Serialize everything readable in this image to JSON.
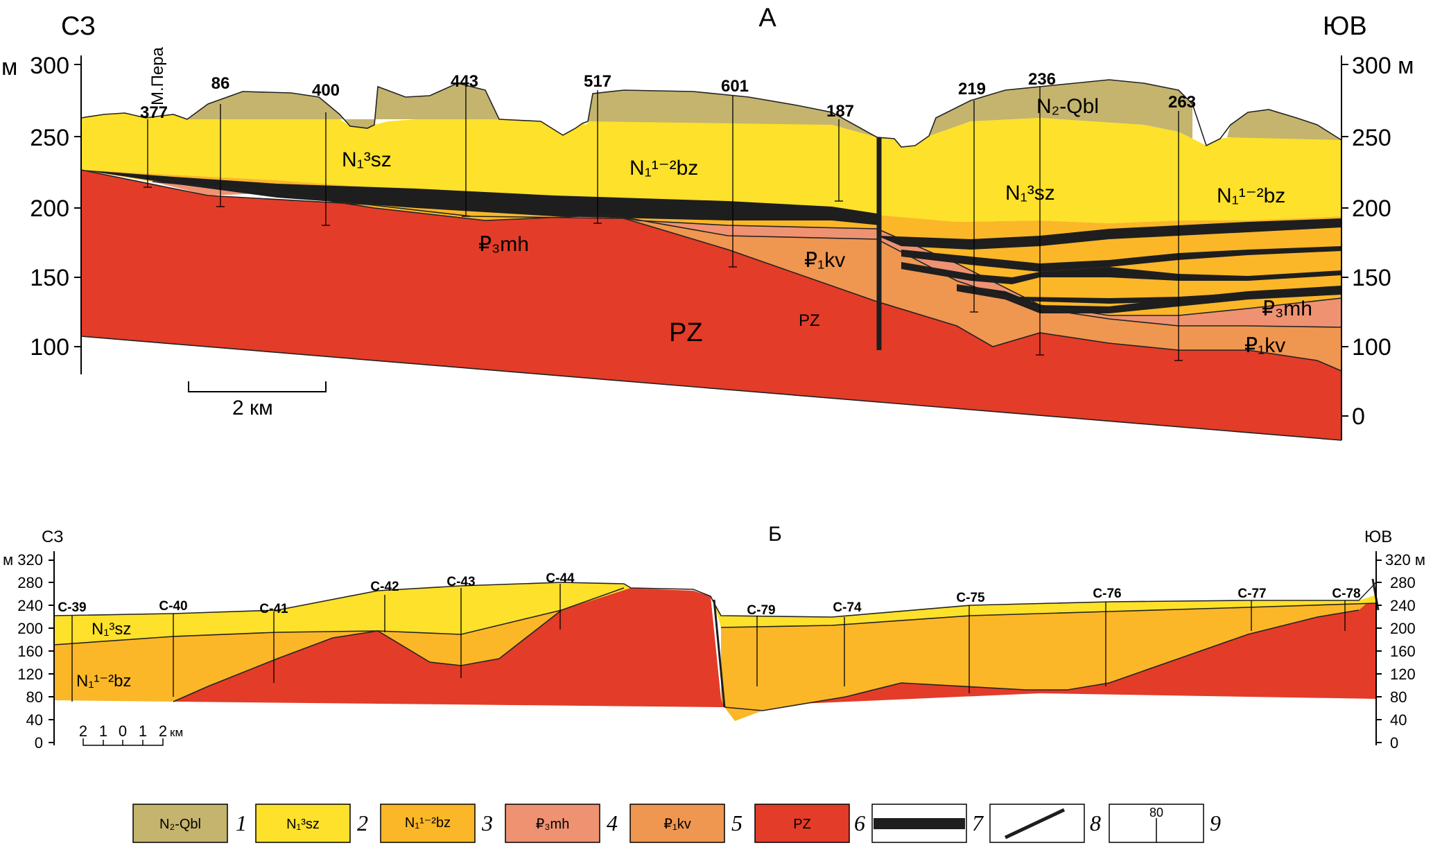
{
  "section_a": {
    "letter": "А",
    "left_dir": "СЗ",
    "right_dir": "ЮВ",
    "left_unit": "м",
    "left_ticks": [
      "300",
      "250",
      "200",
      "150",
      "100"
    ],
    "right_ticks": [
      "300 м",
      "250",
      "200",
      "150",
      "100",
      "0"
    ],
    "place_name": "М.Пера",
    "wells": [
      "377",
      "86",
      "400",
      "443",
      "517",
      "601",
      "187",
      "219",
      "236",
      "263"
    ],
    "scale_label": "2 км",
    "units": {
      "qbl": "N₂-Qbl",
      "sz_left": "N₁³sz",
      "sz_right": "N₁³sz",
      "bz_left": "N₁¹⁻²bz",
      "bz_right": "N₁¹⁻²bz",
      "mh_left": "₽₃mh",
      "mh_right": "₽₃mh",
      "kv_left": "₽₁kv",
      "kv_right": "₽₁kv",
      "pz_big": "PZ",
      "pz_small": "PZ"
    }
  },
  "section_b": {
    "letter": "Б",
    "left_dir": "СЗ",
    "right_dir": "ЮВ",
    "left_unit": "м 320",
    "right_unit": "320 м",
    "ticks": [
      "280",
      "240",
      "200",
      "160",
      "120",
      "80",
      "40",
      "0"
    ],
    "wells": [
      "С-39",
      "С-40",
      "С-41",
      "С-42",
      "С-43",
      "С-44",
      "С-79",
      "С-74",
      "С-75",
      "С-76",
      "С-77",
      "С-78"
    ],
    "units": {
      "sz": "N₁³sz",
      "bz": "N₁¹⁻²bz"
    },
    "scale_numbers": [
      "2",
      "1",
      "0",
      "1",
      "2"
    ],
    "scale_unit": "км"
  },
  "legend": [
    {
      "num": "1",
      "label": "N₂-Qbl",
      "color": "#c4b46e"
    },
    {
      "num": "2",
      "label": "N₁³sz",
      "color": "#fde12a"
    },
    {
      "num": "3",
      "label": "N₁¹⁻²bz",
      "color": "#fbb727"
    },
    {
      "num": "4",
      "label": "₽₃mh",
      "color": "#ee9272"
    },
    {
      "num": "5",
      "label": "₽₁kv",
      "color": "#ef9650"
    },
    {
      "num": "6",
      "label": "PZ",
      "color": "#e33c28"
    },
    {
      "num": "7",
      "label": "",
      "color": "#1e1e1e"
    },
    {
      "num": "8",
      "label": "",
      "color": "#ffffff"
    },
    {
      "num": "9",
      "label": "80",
      "color": "#ffffff"
    }
  ],
  "colors": {
    "qbl": "#c4b46e",
    "sz": "#fde12a",
    "bz": "#fbb727",
    "mh": "#ee9272",
    "kv": "#ef9650",
    "pz": "#e33c28",
    "coal": "#1e1e1e"
  }
}
